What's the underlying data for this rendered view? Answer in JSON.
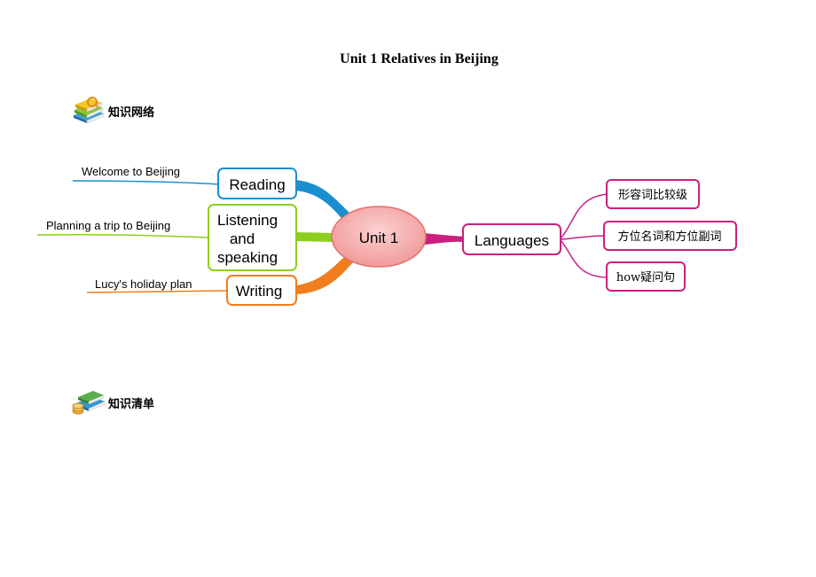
{
  "document": {
    "title": "Unit 1 Relatives in Beijing"
  },
  "sections": [
    {
      "label": "知识网络",
      "icon": "books-with-magnifier-icon"
    },
    {
      "label": "知识清单",
      "icon": "books-with-coins-icon"
    }
  ],
  "mindmap": {
    "center": "Unit 1",
    "left_branches": [
      {
        "node": "Reading",
        "leaf": "Welcome to Beijing",
        "color": "#1a8fcf"
      },
      {
        "node_lines": [
          "Listening",
          "and",
          "speaking"
        ],
        "leaf": "Planning a trip to Beijing",
        "color": "#8ccf1c"
      },
      {
        "node": "Writing",
        "leaf": "Lucy's holiday plan",
        "color": "#f07d1e"
      }
    ],
    "right_branch": {
      "node": "Languages",
      "color": "#c8217f",
      "leaves": [
        "形容词比较级",
        "方位名词和方位副词",
        "how疑问句"
      ]
    },
    "center_color": "#f4a3a3"
  }
}
